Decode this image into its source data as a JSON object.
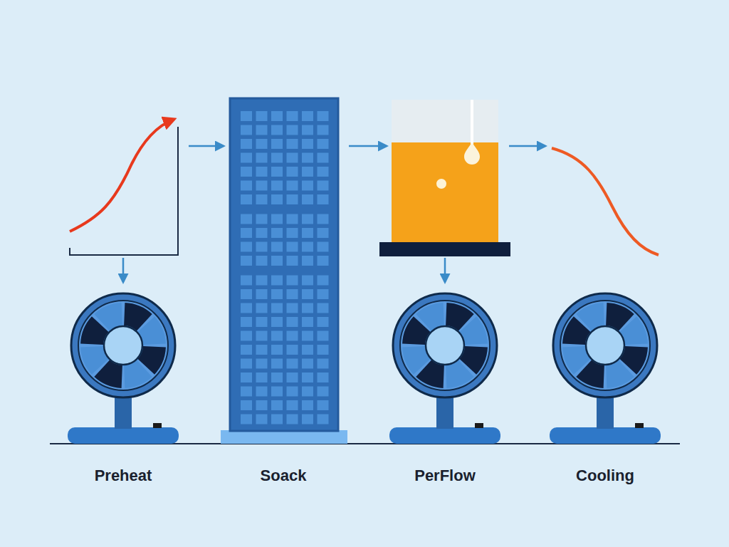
{
  "diagram": {
    "labels": [
      "Preheat",
      "Soack",
      "PerFlow",
      "Cooling"
    ]
  }
}
